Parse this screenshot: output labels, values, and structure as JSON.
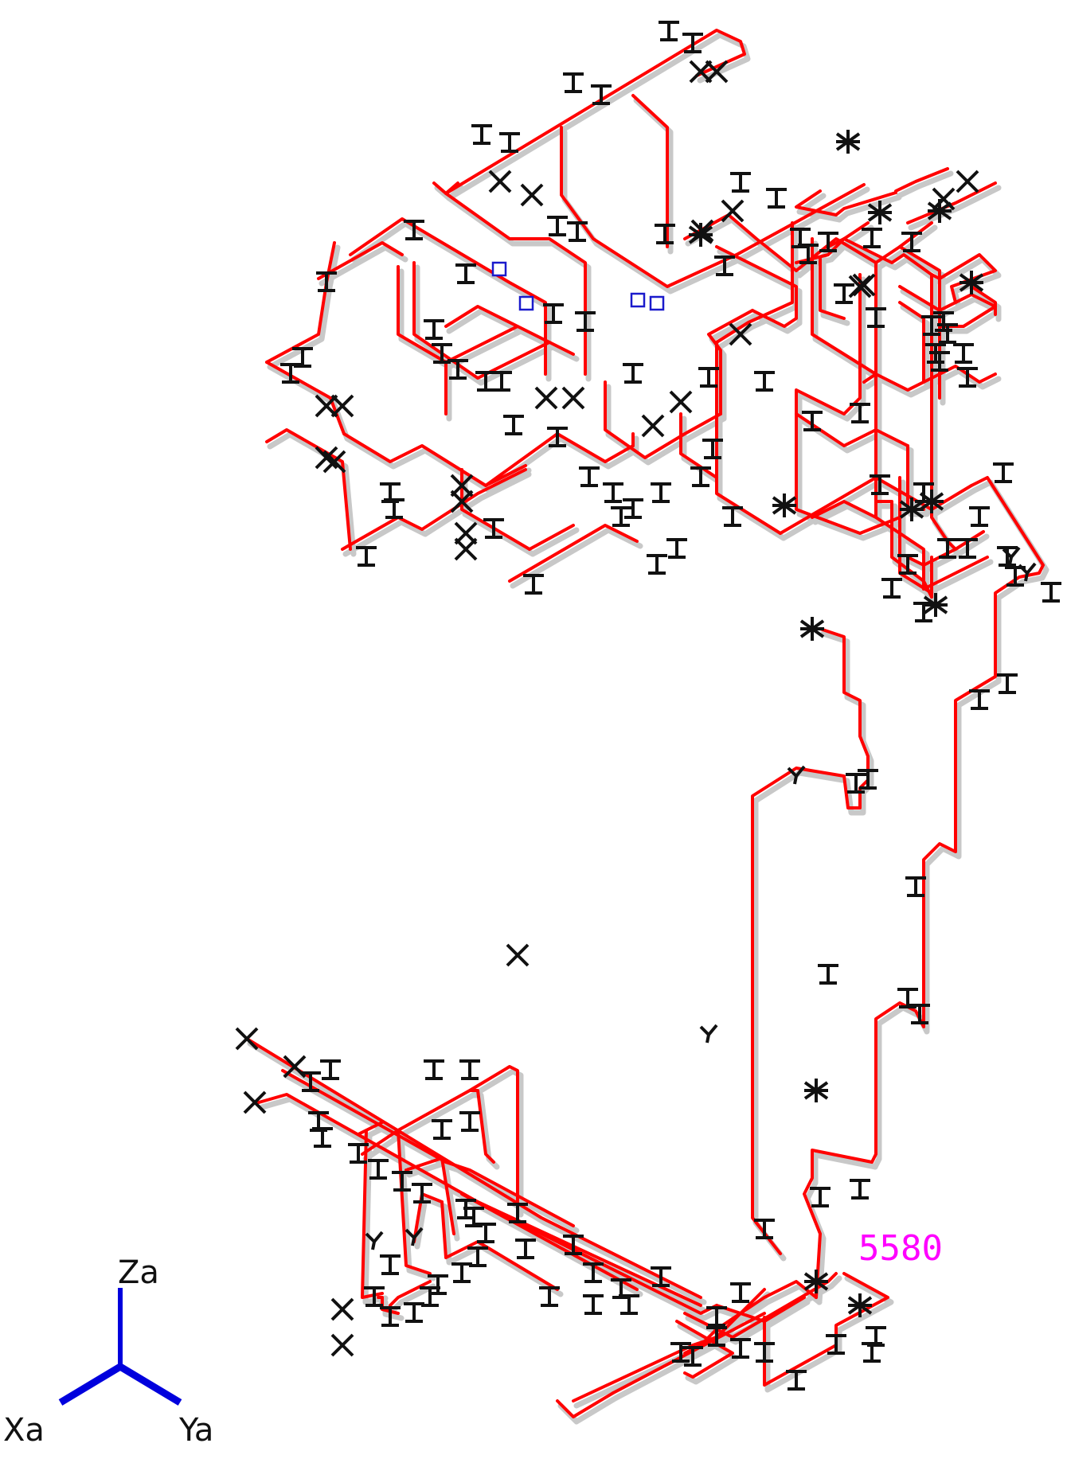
{
  "colors": {
    "pipe": "#ff0000",
    "shadow": "#c8c8c8",
    "support": "#111111",
    "node": "#1a1acc",
    "label": "#ff00ff",
    "axis": "#0000dd",
    "axis_text": "#111111"
  },
  "node_label": "5580",
  "axes": {
    "x": "Xa",
    "y": "Ya",
    "z": "Za"
  }
}
